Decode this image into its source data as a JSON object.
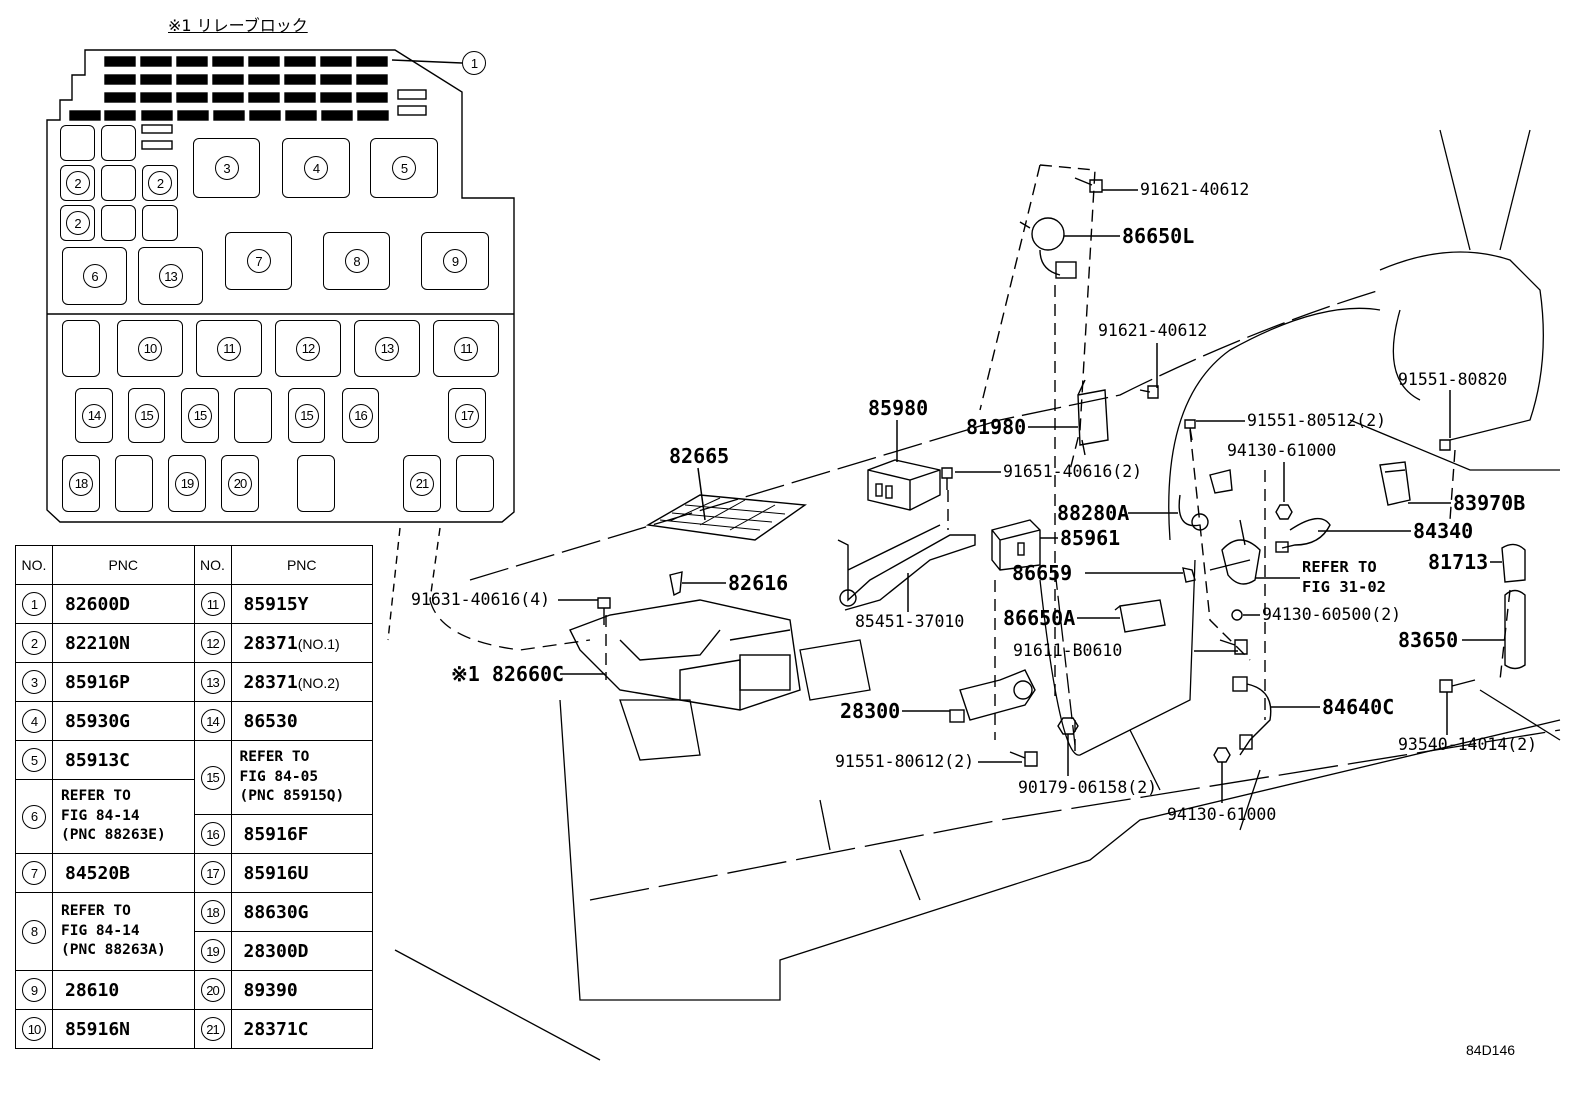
{
  "relay_block": {
    "title": "※1 リレーブロック",
    "callout": "1",
    "slots": [
      "3",
      "4",
      "5",
      "2",
      "2",
      "2",
      "6",
      "13",
      "7",
      "8",
      "9",
      "10",
      "11",
      "12",
      "13",
      "11",
      "14",
      "15",
      "15",
      "15",
      "16",
      "17",
      "18",
      "19",
      "20",
      "21"
    ]
  },
  "table": {
    "headers": [
      "NO.",
      "PNC",
      "NO.",
      "PNC"
    ],
    "left": [
      {
        "no": "1",
        "pnc": "82600D"
      },
      {
        "no": "2",
        "pnc": "82210N"
      },
      {
        "no": "3",
        "pnc": "85916P"
      },
      {
        "no": "4",
        "pnc": "85930G"
      },
      {
        "no": "5",
        "pnc": "85913C"
      },
      {
        "no": "6",
        "pnc": "REFER TO\nFIG 84-14\n(PNC 88263E)",
        "span": 2
      },
      {
        "no": "7",
        "pnc": "84520B"
      },
      {
        "no": "8",
        "pnc": "REFER TO\nFIG 84-14\n(PNC 88263A)",
        "span": 2
      },
      {
        "no": "9",
        "pnc": "28610"
      },
      {
        "no": "10",
        "pnc": "85916N"
      }
    ],
    "right": [
      {
        "no": "11",
        "pnc": "85915Y"
      },
      {
        "no": "12",
        "pnc": "28371",
        "suffix": "(NO.1)"
      },
      {
        "no": "13",
        "pnc": "28371",
        "suffix": "(NO.2)"
      },
      {
        "no": "14",
        "pnc": "86530"
      },
      {
        "no": "15",
        "pnc": "REFER TO\nFIG 84-05\n(PNC 85915Q)",
        "span": 2
      },
      {
        "no": "16",
        "pnc": "85916F"
      },
      {
        "no": "17",
        "pnc": "85916U"
      },
      {
        "no": "18",
        "pnc": "88630G"
      },
      {
        "no": "19",
        "pnc": "28300D"
      },
      {
        "no": "20",
        "pnc": "89390"
      },
      {
        "no": "21",
        "pnc": "28371C"
      }
    ]
  },
  "labels": {
    "p91621_40612_top": "91621-40612",
    "p86650L": "86650L",
    "p91621_40612": "91621-40612",
    "p91551_80820": "91551-80820",
    "p85980": "85980",
    "p81980": "81980",
    "p91551_80512": "91551-80512(2)",
    "p94130_61000_top": "94130-61000",
    "p82665": "82665",
    "p91651_40616": "91651-40616(2)",
    "p83970B": "83970B",
    "p88280A": "88280A",
    "p84340": "84340",
    "p85961": "85961",
    "refer_31_02_l1": "REFER TO",
    "refer_31_02_l2": "FIG 31-02",
    "p81713": "81713",
    "p86659": "86659",
    "p82616": "82616",
    "p91631_40616": "91631-40616(4)",
    "p85451_37010": "85451-37010",
    "p86650A": "86650A",
    "p94130_60500": "94130-60500(2)",
    "p83650": "83650",
    "p91611_B0610": "91611-B0610",
    "p82660C": "※1 82660C",
    "p84640C": "84640C",
    "p28300": "28300",
    "p93540_14014": "93540-14014(2)",
    "p91551_80612": "91551-80612(2)",
    "p90179_06158": "90179-06158(2)",
    "p94130_61000_bot": "94130-61000"
  },
  "figure_id": "84D146"
}
